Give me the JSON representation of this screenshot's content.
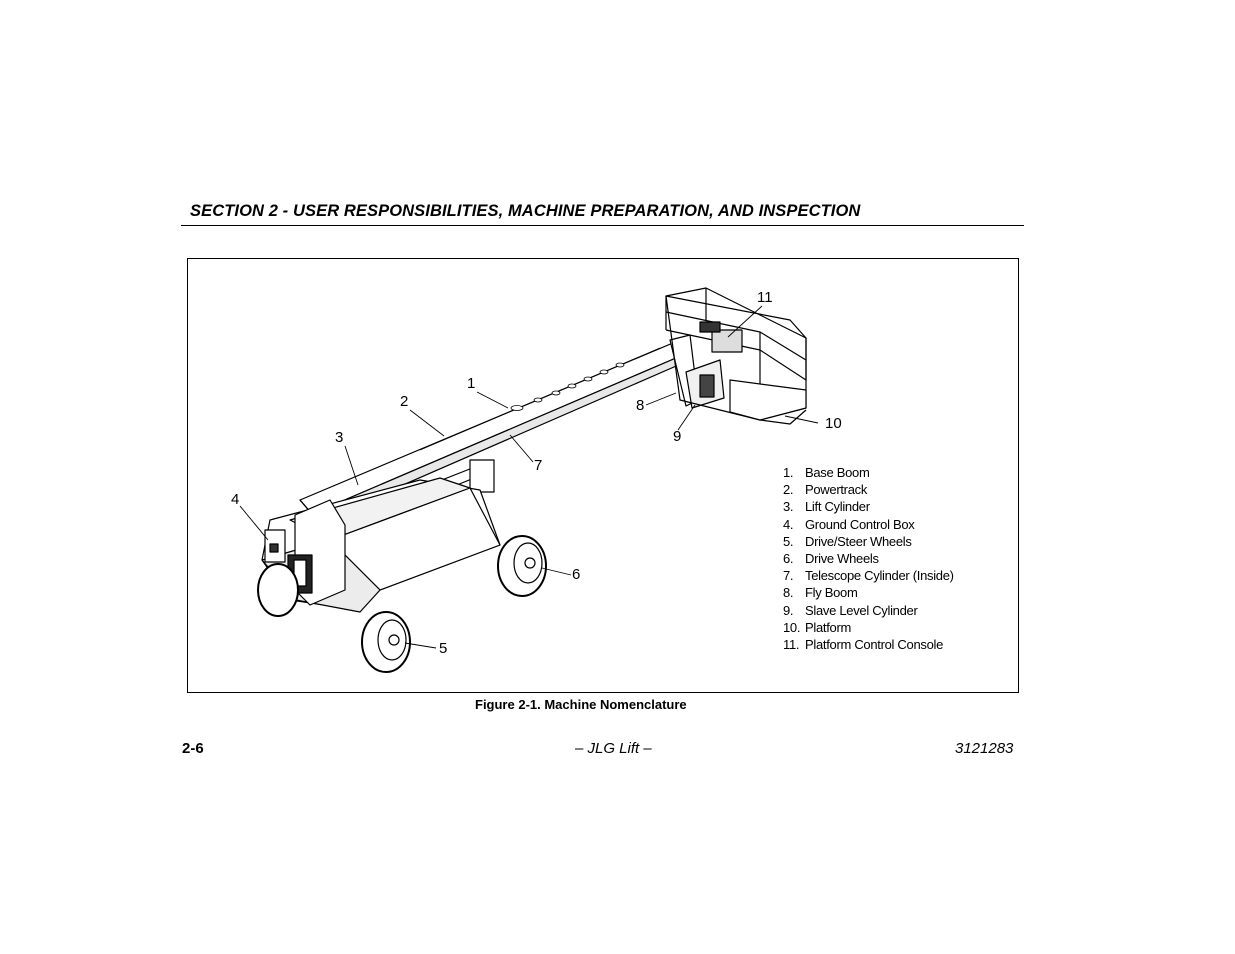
{
  "header": {
    "section_title": "SECTION 2 - USER RESPONSIBILITIES, MACHINE PREPARATION, AND INSPECTION"
  },
  "figure": {
    "callouts": [
      "1",
      "2",
      "3",
      "4",
      "5",
      "6",
      "7",
      "8",
      "9",
      "10",
      "11"
    ],
    "legend": [
      {
        "num": "1.",
        "label": "Base Boom"
      },
      {
        "num": "2.",
        "label": "Powertrack"
      },
      {
        "num": "3.",
        "label": "Lift Cylinder"
      },
      {
        "num": "4.",
        "label": "Ground Control Box"
      },
      {
        "num": "5.",
        "label": "Drive/Steer Wheels"
      },
      {
        "num": "6.",
        "label": "Drive Wheels"
      },
      {
        "num": "7.",
        "label": "Telescope Cylinder (Inside)"
      },
      {
        "num": "8.",
        "label": "Fly Boom"
      },
      {
        "num": "9.",
        "label": "Slave Level Cylinder"
      },
      {
        "num": "10.",
        "label": "Platform"
      },
      {
        "num": "11.",
        "label": "Platform Control Console"
      }
    ],
    "caption": "Figure 2-1. Machine Nomenclature"
  },
  "footer": {
    "page_number": "2-6",
    "center_text": "– JLG Lift –",
    "doc_number": "3121283"
  }
}
